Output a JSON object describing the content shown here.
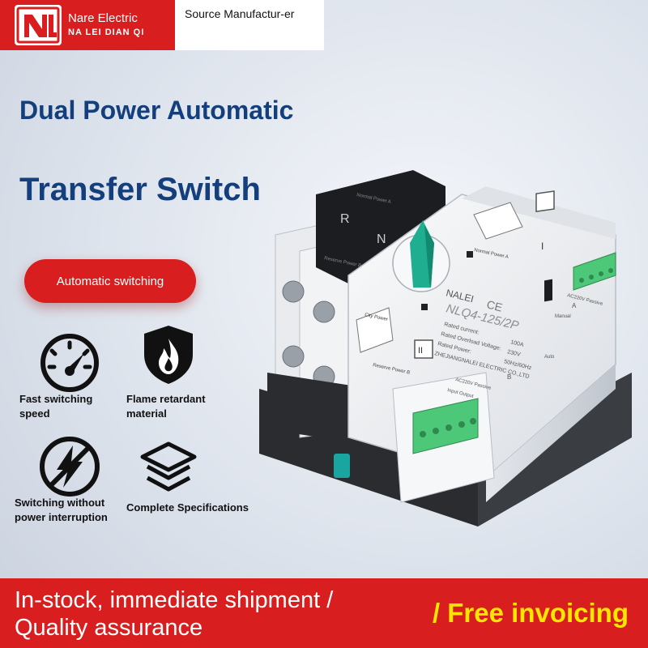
{
  "header": {
    "brand_name": "Nare Electric",
    "brand_sub": "NA LEI DIAN QI",
    "tagline": "Source Manufactur-er"
  },
  "hero": {
    "title_line1": "Dual Power Automatic",
    "title_line2": "Transfer Switch",
    "pill_label": "Automatic switching"
  },
  "features": [
    {
      "icon": "speedometer-icon",
      "label": "Fast switching speed"
    },
    {
      "icon": "flame-shield-icon",
      "label": "Flame retardant material"
    },
    {
      "icon": "no-lightning-icon",
      "label": "Switching without power interruption"
    },
    {
      "icon": "layers-icon",
      "label": "Complete Specifications"
    }
  ],
  "device": {
    "top_cover_label": "Normal Power A",
    "top_cover_letters": [
      "R",
      "N"
    ],
    "cover_bottom_label": "Reserve Power B",
    "brand_mark": "NALEI",
    "model": "NLQ4-125/2P",
    "ce_mark": "CE",
    "spec_lines": [
      "Rated current:",
      "Rated Overload Voltage:",
      "Rated Power:",
      "ZHEJIANGNALEI ELECTRIC CO.,LTD"
    ],
    "spec_values": [
      "100A",
      "230V",
      "50Hz/60Hz"
    ],
    "roman_i": "I",
    "roman_ii": "II",
    "normal_power_a": "Normal Power A",
    "reserve_power_b": "Reserve Power B",
    "city_power": "City Power",
    "ac220v_passive": "AC220V Passive",
    "input_output": "Input  Output",
    "manual": "Manual",
    "auto": "Auto",
    "letter_a": "A",
    "letter_b": "B"
  },
  "bottom": {
    "left_line1": "In-stock, immediate shipment /",
    "left_line2": "Quality assurance",
    "right": "/ Free invoicing"
  },
  "colors": {
    "brand_red": "#d81e1e",
    "title_blue": "#143f7c",
    "accent_yellow": "#ffe600",
    "handle_green": "#1fae8f",
    "terminal_green": "#4cc878"
  }
}
